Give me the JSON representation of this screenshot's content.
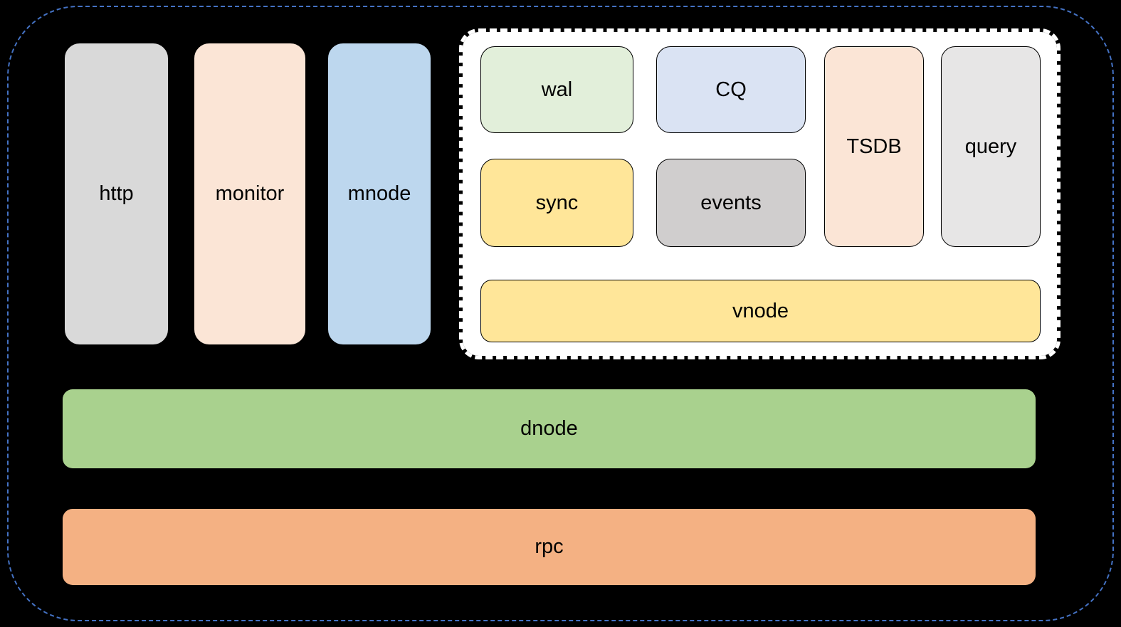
{
  "diagram": {
    "kind": "software-architecture-block-diagram",
    "background_color": "#000000",
    "outer_border_color": "#4472c4",
    "nodes": {
      "http": {
        "label": "http",
        "color": "#d9d9d9"
      },
      "monitor": {
        "label": "monitor",
        "color": "#fbe5d6"
      },
      "mnode": {
        "label": "mnode",
        "color": "#bdd7ee"
      },
      "wal": {
        "label": "wal",
        "color": "#e2efda"
      },
      "cq": {
        "label": "CQ",
        "color": "#dae3f3"
      },
      "tsdb": {
        "label": "TSDB",
        "color": "#fbe5d6"
      },
      "query": {
        "label": "query",
        "color": "#e7e6e6"
      },
      "sync": {
        "label": "sync",
        "color": "#ffe699"
      },
      "events": {
        "label": "events",
        "color": "#d0cece"
      },
      "vnode": {
        "label": "vnode",
        "color": "#ffe699"
      },
      "dnode": {
        "label": "dnode",
        "color": "#a9d18e"
      },
      "rpc": {
        "label": "rpc",
        "color": "#f4b183"
      }
    },
    "groups": {
      "vnode_group": {
        "container_color": "#ffffff",
        "contains": [
          "wal",
          "CQ",
          "TSDB",
          "query",
          "sync",
          "events",
          "vnode"
        ]
      }
    }
  }
}
